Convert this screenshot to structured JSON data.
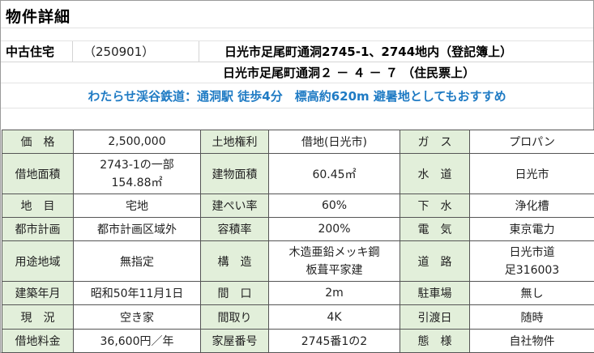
{
  "title": "物件詳細",
  "property": {
    "type": "中古住宅",
    "code": "（250901）",
    "address_registry": "日光市足尾町通洞2745-1、2744地内（登記簿上）",
    "address_resident": "日光市足尾町通洞２ － ４ － ７ （住民票上）",
    "catchphrase": "わたらせ渓谷鉄道：通洞駅 徒歩4分　標高約620m 避暑地としてもおすすめ"
  },
  "spec": {
    "rows": [
      [
        {
          "label": "価　格",
          "value": "2,500,000"
        },
        {
          "label": "土地権利",
          "value": "借地(日光市)"
        },
        {
          "label": "ガ　ス",
          "value": "プロパン"
        }
      ],
      [
        {
          "label": "借地面積",
          "value": [
            "2743-1の一部",
            "154.88㎡"
          ]
        },
        {
          "label": "建物面積",
          "value": "60.45㎡"
        },
        {
          "label": "水　道",
          "value": "日光市"
        }
      ],
      [
        {
          "label": "地　目",
          "value": "宅地"
        },
        {
          "label": "建ぺい率",
          "value": "60%"
        },
        {
          "label": "下　水",
          "value": "浄化槽"
        }
      ],
      [
        {
          "label": "都市計画",
          "value": "都市計画区域外"
        },
        {
          "label": "容積率",
          "value": "200%"
        },
        {
          "label": "電　気",
          "value": "東京電力"
        }
      ],
      [
        {
          "label": "用途地域",
          "value": "無指定"
        },
        {
          "label": "構　造",
          "value": [
            "木造亜鉛メッキ鋼",
            "板葺平家建"
          ]
        },
        {
          "label": "道　路",
          "value": [
            "日光市道",
            "足316003"
          ]
        }
      ],
      [
        {
          "label": "建築年月",
          "value": "昭和50年11月1日"
        },
        {
          "label": "間　口",
          "value": "2m"
        },
        {
          "label": "駐車場",
          "value": "無し"
        }
      ],
      [
        {
          "label": "現　況",
          "value": "空き家"
        },
        {
          "label": "間取り",
          "value": "4K"
        },
        {
          "label": "引渡日",
          "value": "随時"
        }
      ],
      [
        {
          "label": "借地料金",
          "value": "36,600円／年"
        },
        {
          "label": "家屋番号",
          "value": "2745番1の2"
        },
        {
          "label": "態　様",
          "value": "自社物件"
        }
      ]
    ]
  }
}
